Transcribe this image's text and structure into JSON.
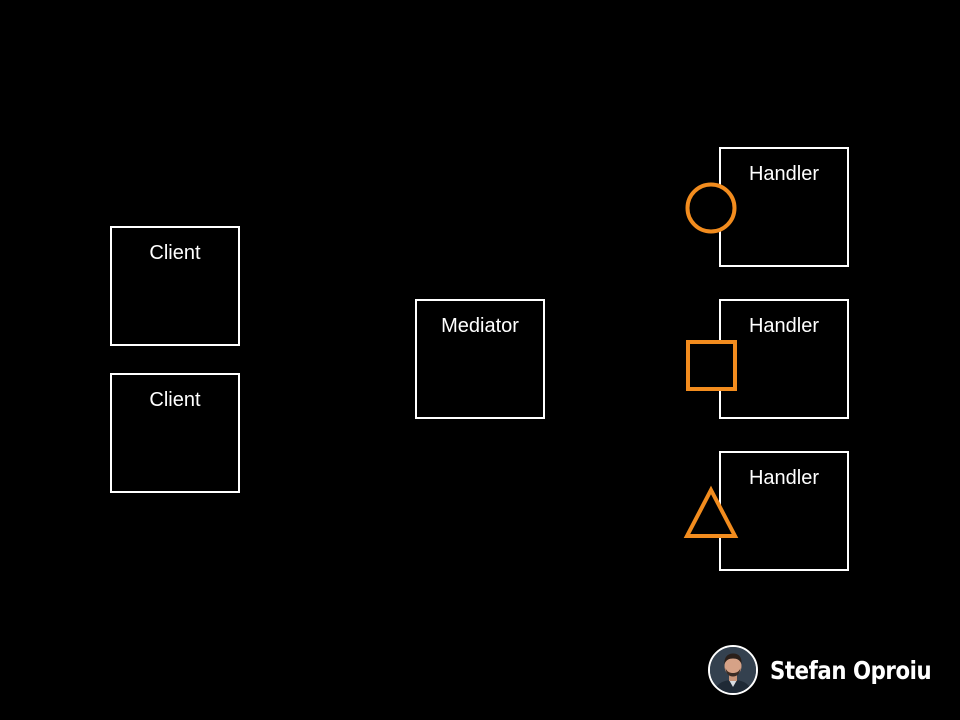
{
  "diagram": {
    "clients": [
      {
        "label": "Client"
      },
      {
        "label": "Client"
      }
    ],
    "mediator": {
      "label": "Mediator"
    },
    "handlers": [
      {
        "label": "Handler",
        "marker": "circle-icon"
      },
      {
        "label": "Handler",
        "marker": "square-icon"
      },
      {
        "label": "Handler",
        "marker": "triangle-icon"
      }
    ],
    "colors": {
      "background": "#000000",
      "box_border": "#ffffff",
      "marker": "#f28c1e"
    }
  },
  "author": {
    "name": "Stefan Oproiu"
  }
}
